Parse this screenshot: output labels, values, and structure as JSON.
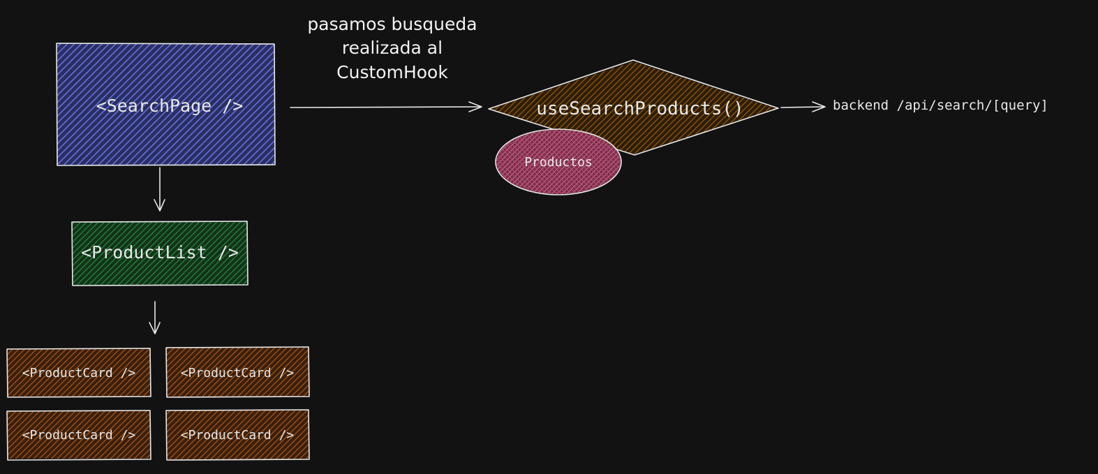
{
  "diagram": {
    "nodes": {
      "search_page": {
        "label": "<SearchPage />",
        "color": "#5a63c8"
      },
      "product_list": {
        "label": "<ProductList />",
        "color": "#1f6e2e"
      },
      "product_cards": [
        {
          "label": "<ProductCard />",
          "color": "#8a4516"
        },
        {
          "label": "<ProductCard />",
          "color": "#8a4516"
        },
        {
          "label": "<ProductCard />",
          "color": "#8a4516"
        },
        {
          "label": "<ProductCard />",
          "color": "#8a4516"
        }
      ],
      "hook": {
        "label": "useSearchProducts()",
        "color": "#7a4a0c"
      },
      "productos": {
        "label": "Productos",
        "color": "#b64d72"
      }
    },
    "edge_label": {
      "line1": "pasamos busqueda",
      "line2": "realizada al",
      "line3": "CustomHook"
    },
    "backend_label": "backend /api/search/[query]",
    "background": "#121212"
  }
}
